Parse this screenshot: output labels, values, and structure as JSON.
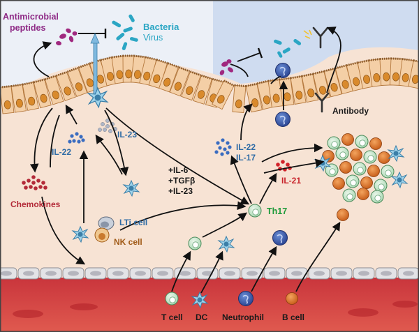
{
  "colors": {
    "purple": "#8e2a86",
    "teal": "#2ba6c4",
    "blue": "#2e6ba5",
    "red": "#c8242b",
    "green": "#1e9a3a",
    "brown": "#a05a16",
    "black": "#1a1a1a"
  },
  "labels": {
    "antimicrobial_line1": "Antimicrobial",
    "antimicrobial_line2": "peptides",
    "bacteria": "Bacteria",
    "virus": "Virus",
    "il23": "IL-23",
    "il22_left": "IL-22",
    "il22_right": "IL-22",
    "il17": "IL-17",
    "il21": "IL-21",
    "il6": "+IL-6",
    "tgfb": "+TGFβ",
    "il23_plus": "+IL-23",
    "th17": "Th17",
    "chemokines": "Chemokines",
    "lti_cell": "LTi cell",
    "nk_cell": "NK cell",
    "antibody": "Antibody",
    "t_cell": "T cell",
    "dc": "DC",
    "neutrophil": "Neutrophil",
    "b_cell": "B cell"
  }
}
